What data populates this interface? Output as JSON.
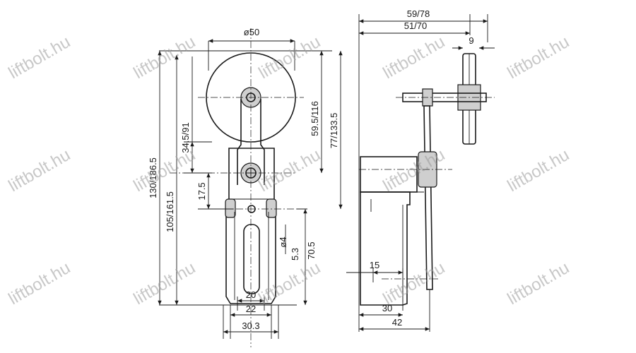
{
  "watermark": "liftbolt.hu",
  "front_view": {
    "dims": {
      "wheel_dia": "ø50",
      "d_34_91": "34.5/91",
      "d_17_5": "17.5",
      "d_130": "130/186.5",
      "d_105": "105/161.5",
      "d_59_5": "59.5/116",
      "d_77": "77/133.5",
      "d_70_5": "70.5",
      "d_phi4": "ø4",
      "d_5_3": "5.3",
      "d_20": "20",
      "d_22": "22",
      "d_30_3": "30.3"
    }
  },
  "side_view": {
    "dims": {
      "d_59_78": "59/78",
      "d_51_70": "51/70",
      "d_9": "9",
      "d_15": "15",
      "d_30": "30",
      "d_42": "42"
    }
  }
}
